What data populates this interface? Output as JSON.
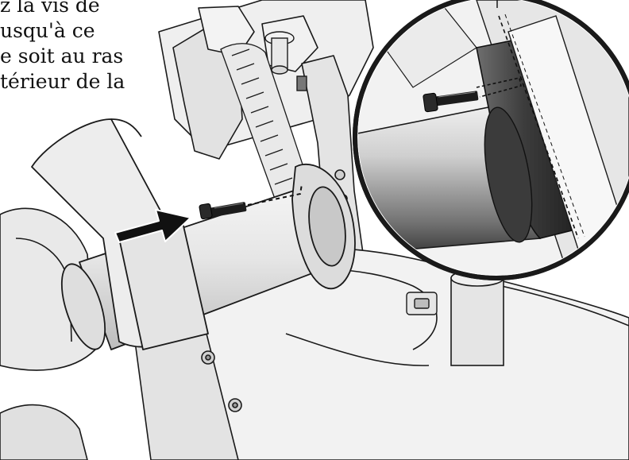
{
  "caption": {
    "lines": [
      "z la vis de",
      "usqu'à ce",
      "e soit au ras",
      "térieur de la"
    ]
  },
  "colors": {
    "background": "#ffffff",
    "line": "#1a1a1a",
    "part_light": "#eeeeee",
    "part_mid": "#d4d4d4",
    "part_dark": "#9a9a9a",
    "screw": "#1c1c1c",
    "arrow": "#111111"
  },
  "icons": {
    "arrow": "insertion-direction-arrow",
    "screw": "hex-socket-screw",
    "detail": "magnified-detail-circle"
  }
}
